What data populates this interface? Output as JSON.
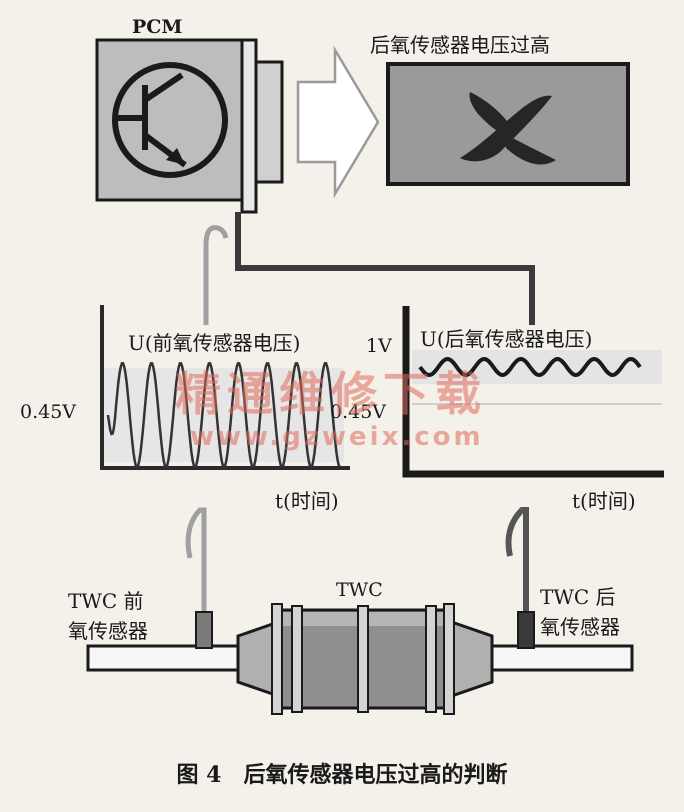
{
  "pcm": {
    "label": "PCM"
  },
  "warning": {
    "title": "后氧传感器电压过高"
  },
  "front_graph": {
    "title": "U(前氧传感器电压)",
    "y_mark": "0.45V",
    "x_label": "t(时间)"
  },
  "rear_graph": {
    "title": "U(后氧传感器电压)",
    "y_top": "1V",
    "y_mark": "0.45V",
    "x_label": "t(时间)"
  },
  "twc": {
    "label": "TWC",
    "front_sensor": [
      "TWC 前",
      "氧传感器"
    ],
    "rear_sensor": [
      "TWC 后",
      "氧传感器"
    ]
  },
  "watermark": {
    "cn": "精通维修下载",
    "url": "www.gzweix.com"
  },
  "caption": "图 4　后氧传感器电压过高的判断",
  "colors": {
    "background": "#f4f0ea",
    "panel_gray": "#9a9a9a",
    "pcm_gray": "#bdbdbd",
    "watermark": "#e06a5a",
    "line_dark": "#1a1a1a"
  }
}
